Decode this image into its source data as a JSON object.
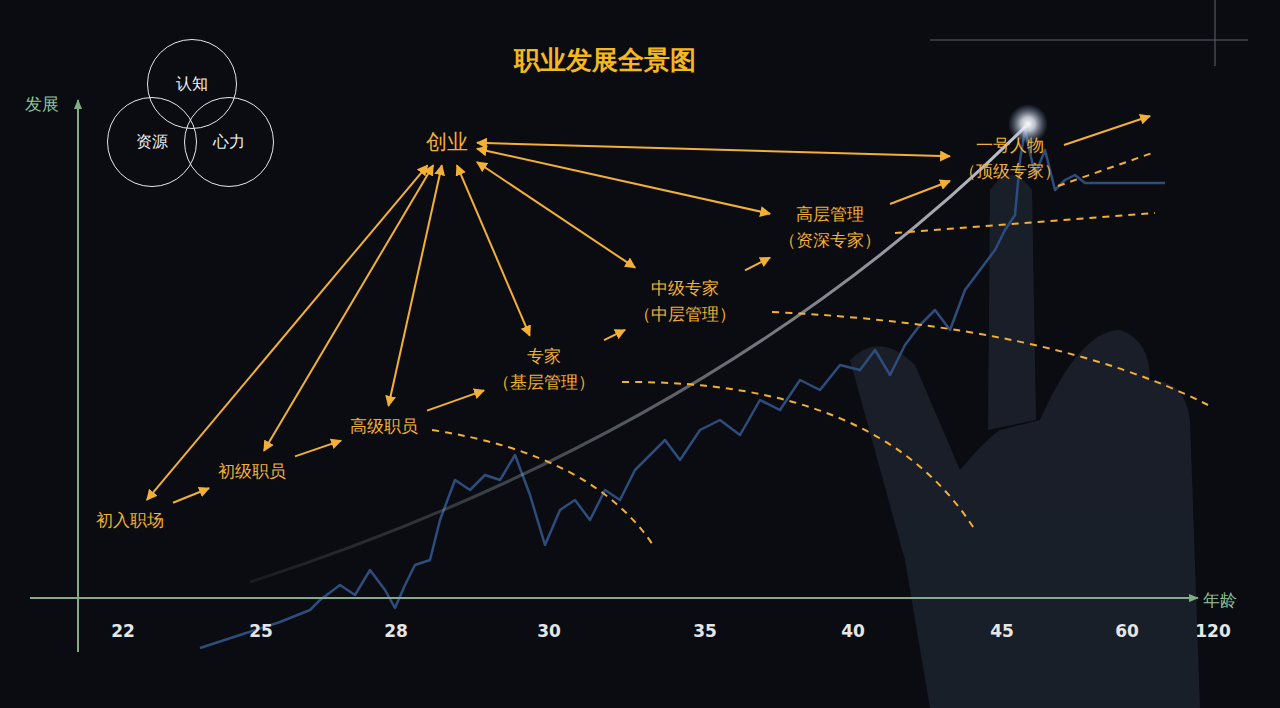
{
  "diagram": {
    "title": "职业发展全景图",
    "nodes": [
      {
        "text": [
          "认知"
        ]
      },
      {
        "text": [
          "资源"
        ]
      },
      {
        "text": [
          "心力"
        ]
      },
      {
        "text": [
          "创业"
        ]
      },
      {
        "text": [
          "初入职场"
        ]
      },
      {
        "text": [
          "初级职员"
        ]
      },
      {
        "text": [
          "高级职员"
        ]
      },
      {
        "text": [
          "专家",
          "（基层管理）"
        ]
      },
      {
        "text": [
          "中级专家",
          "（中层管理）"
        ]
      },
      {
        "text": [
          "高层管理",
          "（资深专家）"
        ]
      },
      {
        "text": [
          "一号人物",
          "（顶级专家）"
        ]
      }
    ],
    "edges": [
      {
        "from": 4,
        "to": 5,
        "arrow": "to"
      },
      {
        "from": 5,
        "to": 6,
        "arrow": "to"
      },
      {
        "from": 6,
        "to": 7,
        "arrow": "to"
      },
      {
        "from": 7,
        "to": 8,
        "arrow": "to"
      },
      {
        "from": 8,
        "to": 9,
        "arrow": "to"
      },
      {
        "from": 9,
        "to": 10,
        "arrow": "to"
      },
      {
        "from": 3,
        "to": 4,
        "arrow": "both"
      },
      {
        "from": 3,
        "to": 5,
        "arrow": "both"
      },
      {
        "from": 3,
        "to": 6,
        "arrow": "both"
      },
      {
        "from": 3,
        "to": 7,
        "arrow": "both"
      },
      {
        "from": 3,
        "to": 8,
        "arrow": "both"
      },
      {
        "from": 3,
        "to": 9,
        "arrow": "both"
      },
      {
        "from": 3,
        "to": 10,
        "arrow": "both"
      }
    ],
    "labels": [
      "发展",
      "年龄",
      "22",
      "25",
      "28",
      "30",
      "35",
      "40",
      "45",
      "60",
      "120"
    ]
  }
}
